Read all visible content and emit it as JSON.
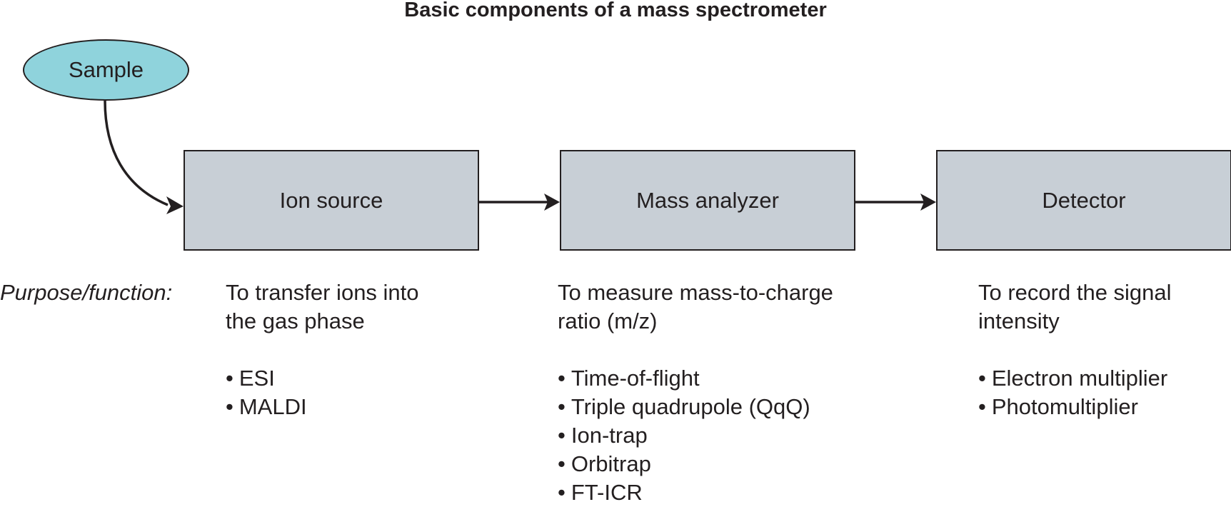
{
  "title": "Basic components of a mass spectrometer",
  "sample": {
    "label": "Sample",
    "fill_color": "#8fd3dc"
  },
  "components": [
    {
      "label": "Ion source",
      "purpose_line1": "To transfer ions into",
      "purpose_line2": "the gas phase",
      "examples": [
        "ESI",
        "MALDI"
      ]
    },
    {
      "label": "Mass analyzer",
      "purpose_line1": "To measure mass-to-charge",
      "purpose_line2": "ratio (m/z)",
      "examples": [
        "Time-of-flight",
        "Triple quadrupole (QqQ)",
        "Ion-trap",
        "Orbitrap",
        "FT-ICR"
      ]
    },
    {
      "label": "Detector",
      "purpose_line1": "To record the signal",
      "purpose_line2": "intensity",
      "examples": [
        "Electron multiplier",
        "Photomultiplier"
      ]
    }
  ],
  "purpose_label": "Purpose/function:",
  "colors": {
    "box_fill": "#c8cfd6",
    "stroke": "#231f20"
  }
}
